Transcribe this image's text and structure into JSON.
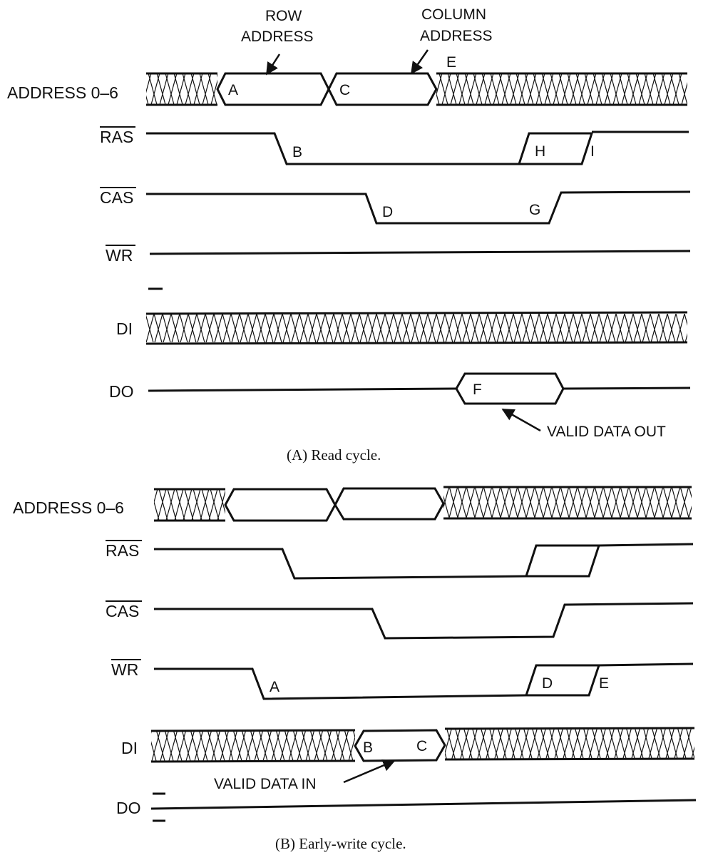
{
  "panel_a": {
    "caption": "(A)  Read cycle.",
    "signals": {
      "address": "ADDRESS 0–6",
      "ras": "RAS",
      "cas": "CAS",
      "wr": "WR",
      "di": "DI",
      "do": "DO"
    },
    "annotations": {
      "row_address_line1": "ROW",
      "row_address_line2": "ADDRESS",
      "column_address_line1": "COLUMN",
      "column_address_line2": "ADDRESS",
      "valid_data_out": "VALID DATA OUT"
    },
    "points": {
      "a": "A",
      "b": "B",
      "c": "C",
      "d": "D",
      "e": "E",
      "f": "F",
      "g": "G",
      "h": "H",
      "i": "I"
    }
  },
  "panel_b": {
    "caption": "(B)  Early-write cycle.",
    "signals": {
      "address": "ADDRESS 0–6",
      "ras": "RAS",
      "cas": "CAS",
      "wr": "WR",
      "di": "DI",
      "do": "DO"
    },
    "annotations": {
      "valid_data_in": "VALID DATA IN"
    },
    "points": {
      "a": "A",
      "b": "B",
      "c": "C",
      "d": "D",
      "e": "E"
    }
  }
}
